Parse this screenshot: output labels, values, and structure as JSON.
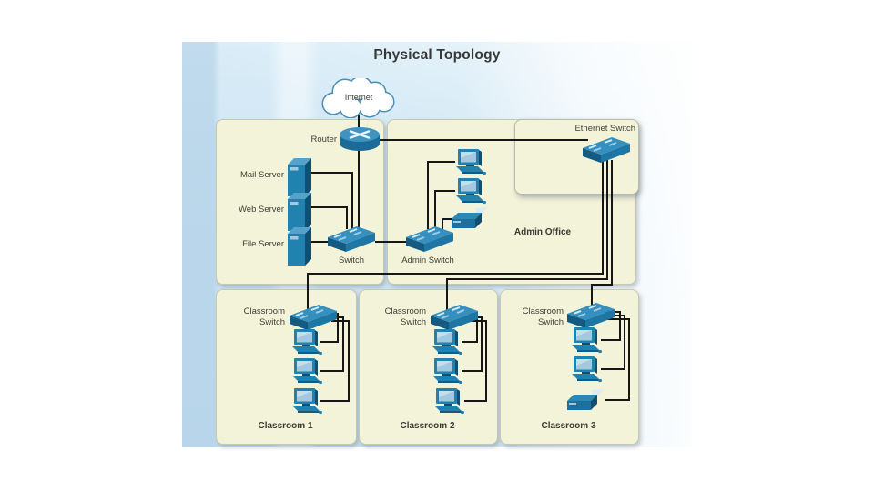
{
  "title": "Physical Topology",
  "internet_label": "Internet",
  "router_label": "Router",
  "server_room": {
    "servers": [
      {
        "label": "Mail Server"
      },
      {
        "label": "Web Server"
      },
      {
        "label": "File Server"
      }
    ],
    "switch_label": "Switch"
  },
  "admin_office": {
    "label": "Admin Office",
    "switch_label": "Admin Switch",
    "devices": [
      "PC",
      "PC",
      "Printer"
    ]
  },
  "ethernet_switch_label": "Ethernet Switch",
  "classrooms": [
    {
      "name": "Classroom 1",
      "switch_line1": "Classroom",
      "switch_line2": "Switch",
      "devices": [
        "PC",
        "PC",
        "PC"
      ]
    },
    {
      "name": "Classroom 2",
      "switch_line1": "Classroom",
      "switch_line2": "Switch",
      "devices": [
        "PC",
        "PC",
        "PC"
      ]
    },
    {
      "name": "Classroom 3",
      "switch_line1": "Classroom",
      "switch_line2": "Switch",
      "devices": [
        "PC",
        "PC",
        "Printer"
      ]
    }
  ],
  "colors": {
    "room_fill": "#f3f3d9",
    "background_blue": "#cde5f2",
    "device_blue": "#2181af",
    "cable": "#161616",
    "cloud_outline": "#4a90b5"
  }
}
